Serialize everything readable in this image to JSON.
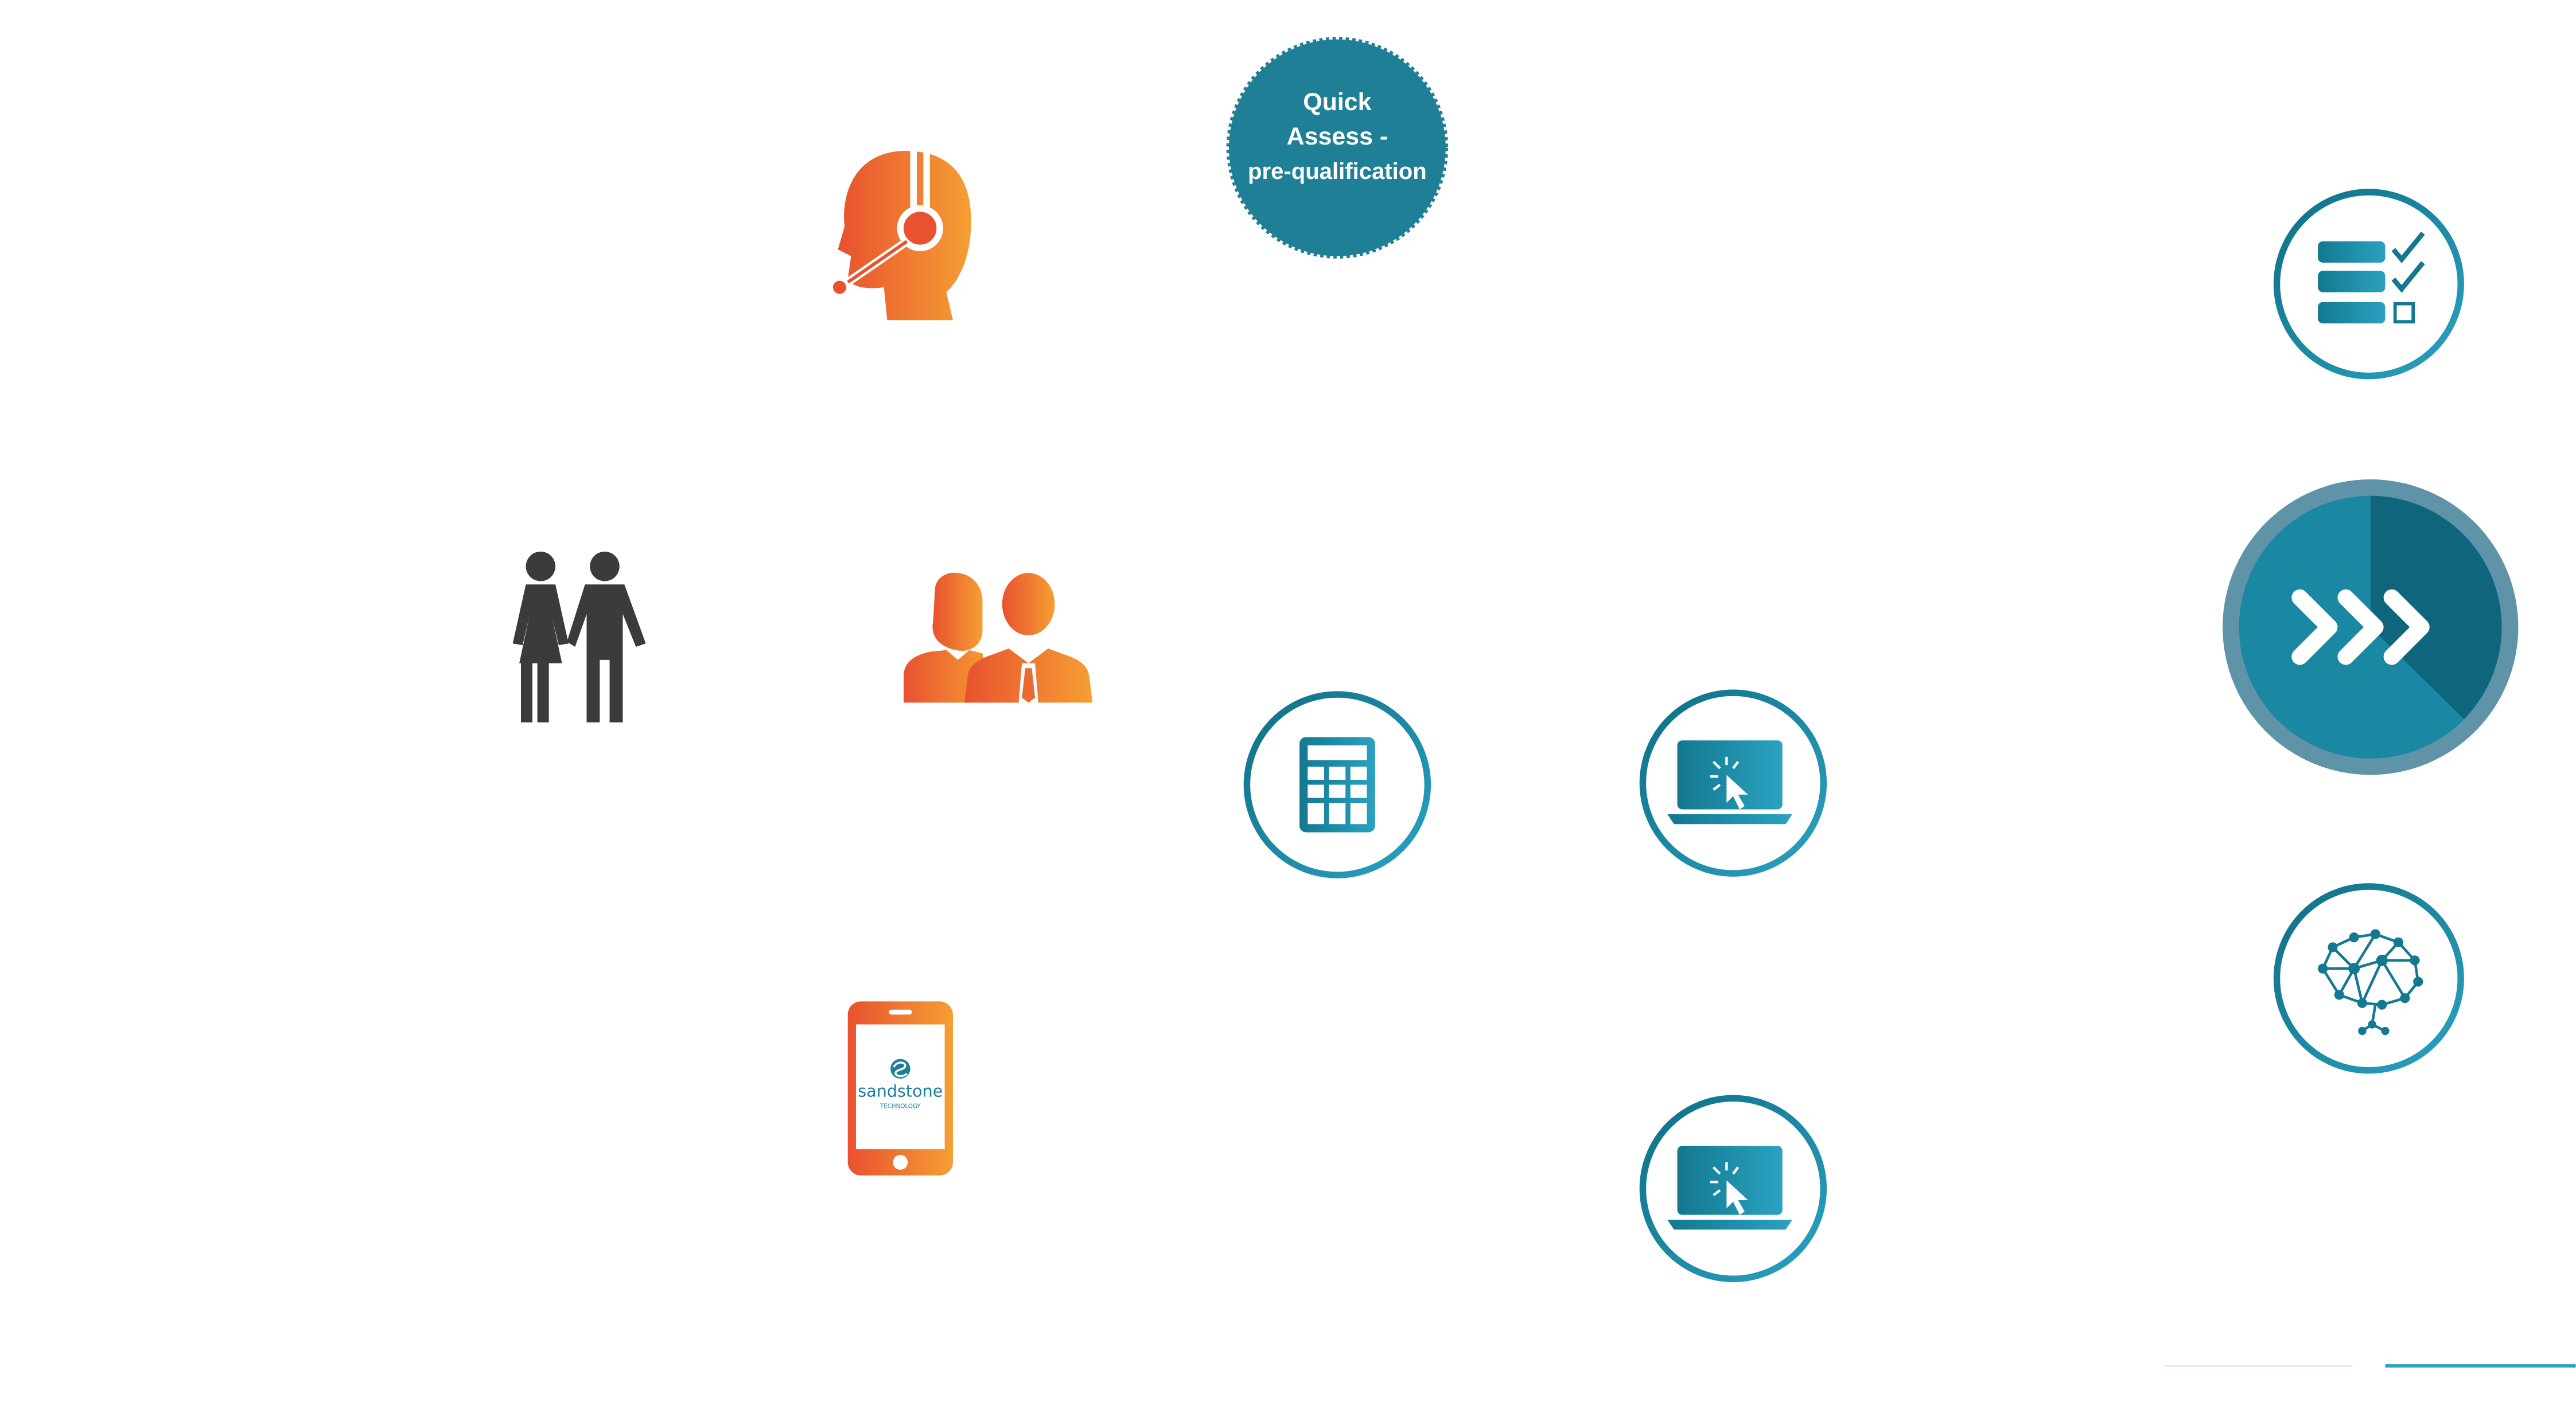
{
  "bubble": {
    "line1": "Quick",
    "line2": "Assess -",
    "line3": "pre-qualification"
  },
  "phone_logo": {
    "name": "sandstone",
    "tagline": "TECHNOLOGY"
  },
  "colors": {
    "teal": "#1a7f97",
    "teal_light": "#2aa2c0",
    "teal_dark": "#0e5f74",
    "orange_start": "#e9512f",
    "orange_end": "#f59f33",
    "people_grey": "#3b3b3d",
    "ring_grey": "#5f93a8"
  },
  "icons": [
    "call-center-agent-icon",
    "couple-icon",
    "advisors-icon",
    "mobile-app-icon",
    "calculator-icon",
    "laptop-click-icon",
    "checklist-icon",
    "fast-forward-icon",
    "ai-brain-icon"
  ]
}
